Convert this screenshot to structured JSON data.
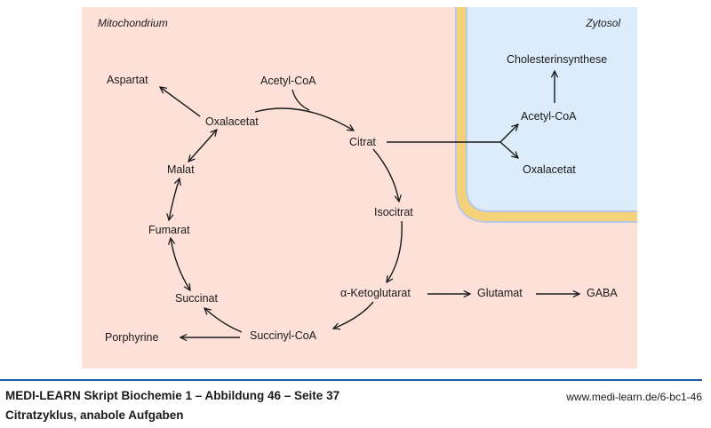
{
  "regions": {
    "mitochondrium": "Mitochondrium",
    "zytosol": "Zytosol"
  },
  "colors": {
    "mitochondrium_bg": "#fde1d9",
    "zytosol_bg": "#dcecfb",
    "membrane": "#f5d27a",
    "membrane_edge": "#b8c8e8",
    "footer_line": "#1f5aa6"
  },
  "nodes": {
    "aspartat": "Aspartat",
    "acetylcoa_mito": "Acetyl-CoA",
    "oxalacetat_mito": "Oxalacetat",
    "citrat": "Citrat",
    "malat": "Malat",
    "fumarat": "Fumarat",
    "isocitrat": "Isocitrat",
    "succinat": "Succinat",
    "ketoglutarat": "α-Ketoglutarat",
    "glutamat": "Glutamat",
    "gaba": "GABA",
    "succinylcoa": "Succinyl-CoA",
    "porphyrine": "Porphyrine",
    "cholesterinsynthese": "Cholesterinsynthese",
    "acetylcoa_zyto": "Acetyl-CoA",
    "oxalacetat_zyto": "Oxalacetat"
  },
  "footer": {
    "title": "MEDI-LEARN Skript Biochemie 1 – Abbildung 46 – Seite 37",
    "subtitle": "Citratzyklus, anabole Aufgaben",
    "url": "www.medi-learn.de/6-bc1-46"
  }
}
